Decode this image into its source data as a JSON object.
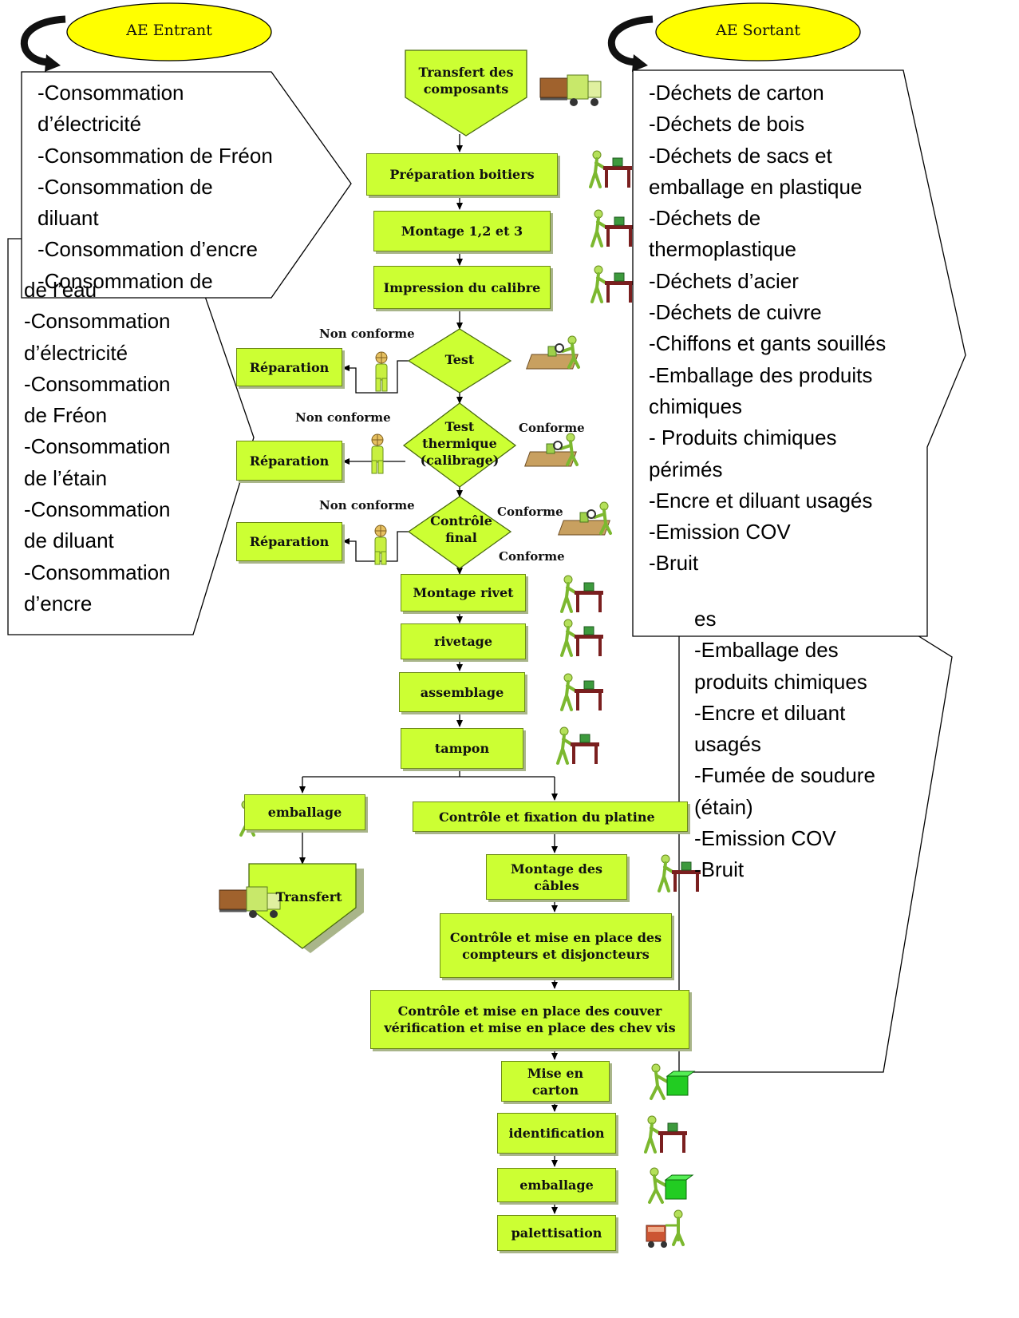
{
  "headers": {
    "entrant": "AE Entrant",
    "sortant": "AE Sortant"
  },
  "left_back_list": "de l’eau\n-Consommation\nd’électricité\n-Consommation\nde Fréon\n-Consommation\nde l’étain\n-Consommation\nde diluant\n-Consommation\nd’encre",
  "left_front_list": "-Consommation\nd’électricité\n-Consommation de Fréon\n-Consommation de\ndiluant\n-Consommation d’encre\n-Consommation de",
  "right_back_list": "es\n-Emballage des\nproduits chimiques\n-Encre et diluant\nusagés\n-Fumée de soudure\n(étain)\n-Emission COV\n-Bruit",
  "right_front_list": "-Déchets de carton\n-Déchets de bois\n-Déchets de sacs et\nemballage en plastique\n-Déchets de\nthermoplastique\n-Déchets d’acier\n-Déchets de cuivre\n-Chiffons et gants souillés\n-Emballage des produits\nchimiques\n- Produits chimiques\npérimés\n-Encre et diluant usagés\n-Emission COV\n-Bruit",
  "steps": {
    "transfert_composants": "Transfert des composants",
    "preparation_boitiers": "Préparation boitiers",
    "montage_123": "Montage 1,2 et 3",
    "impression_calibre": "Impression du calibre",
    "test": "Test",
    "test_thermique": "Test thermique (calibrage)",
    "controle_final": "Contrôle final",
    "reparation_1": "Réparation",
    "reparation_2": "Réparation",
    "reparation_3": "Réparation",
    "montage_rivet": "Montage rivet",
    "rivetage": "rivetage",
    "assemblage": "assemblage",
    "tampon": "tampon",
    "emballage_left": "emballage",
    "transfert": "Transfert",
    "controle_platine": "Contrôle et fixation du platine",
    "montage_cables": "Montage des câbles",
    "controle_compteurs": "Contrôle et mise en place des compteurs et disjoncteurs",
    "controle_couvercles": "Contrôle et mise en place des couver vérification et mise en place des chev vis",
    "mise_en_carton": "Mise en carton",
    "identification": "identification",
    "emballage": "emballage",
    "palettisation": "palettisation"
  },
  "labels": {
    "non_conforme_1": "Non conforme",
    "non_conforme_2": "Non conforme",
    "non_conforme_3": "Non conforme",
    "conforme_1": "Conforme",
    "conforme_2": "Conforme",
    "conforme_3": "Conforme"
  },
  "colors": {
    "box_fill": "#ccff33",
    "header_fill": "#ffff00",
    "arrow": "#000000"
  },
  "icons": [
    "workbench-worker-icon",
    "forklift-icon",
    "inspector-icon",
    "packing-worker-icon",
    "pallet-worker-icon"
  ]
}
